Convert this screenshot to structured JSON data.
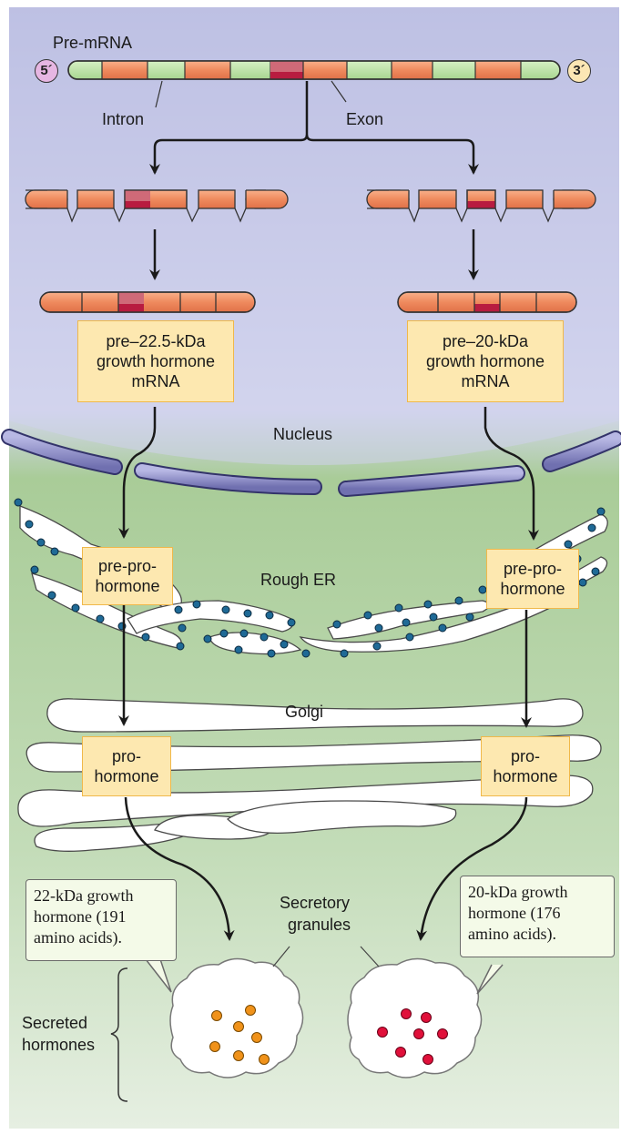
{
  "labels": {
    "pre_mrna": "Pre-mRNA",
    "five_prime": "5´",
    "three_prime": "3´",
    "intron": "Intron",
    "exon": "Exon",
    "nucleus": "Nucleus",
    "rough_er": "Rough ER",
    "golgi": "Golgi",
    "secretory_granules": [
      "Secretory",
      "granules"
    ],
    "secreted_hormones": [
      "Secreted",
      "hormones"
    ]
  },
  "boxes": {
    "mrna_left": [
      "pre–22.5-kDa",
      "growth hormone",
      "mRNA"
    ],
    "mrna_right": [
      "pre–20-kDa",
      "growth hormone",
      "mRNA"
    ],
    "prepro_left": [
      "pre-pro-",
      "hormone"
    ],
    "prepro_right": [
      "pre-pro-",
      "hormone"
    ],
    "pro_left": [
      "pro-",
      "hormone"
    ],
    "pro_right": [
      "pro-",
      "hormone"
    ]
  },
  "callouts": {
    "left": [
      "22-kDa growth",
      "hormone (191",
      "amino acids)."
    ],
    "right": [
      "20-kDa growth",
      "hormone (176",
      "amino acids)."
    ]
  },
  "colors": {
    "exon": "#f0875a",
    "intron": "#b8e0a0",
    "alt_region": "#c83a50",
    "nucleus_bg": "#c0c4e4",
    "cytoplasm_bg": "#a8cc98",
    "membrane": "#8888c0",
    "ribosome": "#1f6a96",
    "granule_left": "#f0921a",
    "granule_right": "#e0103a",
    "box_fill": "#fde8b0"
  }
}
